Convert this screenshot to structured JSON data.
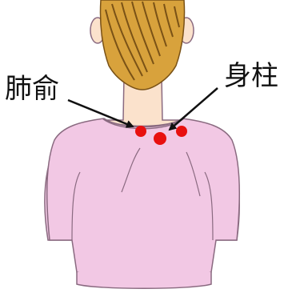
{
  "labels": {
    "left_point": "肺俞",
    "right_point": "身柱"
  },
  "colors": {
    "hair": "#d8a23c",
    "hair_stroke": "#7a5216",
    "skin": "#fbe2cc",
    "shirt": "#f2c8e4",
    "shirt_stroke": "#8a6a80",
    "point": "#e8100f",
    "arrow": "#111111"
  },
  "icons": {
    "figure": "person-back-illustration",
    "points": "acupoint-dot"
  }
}
